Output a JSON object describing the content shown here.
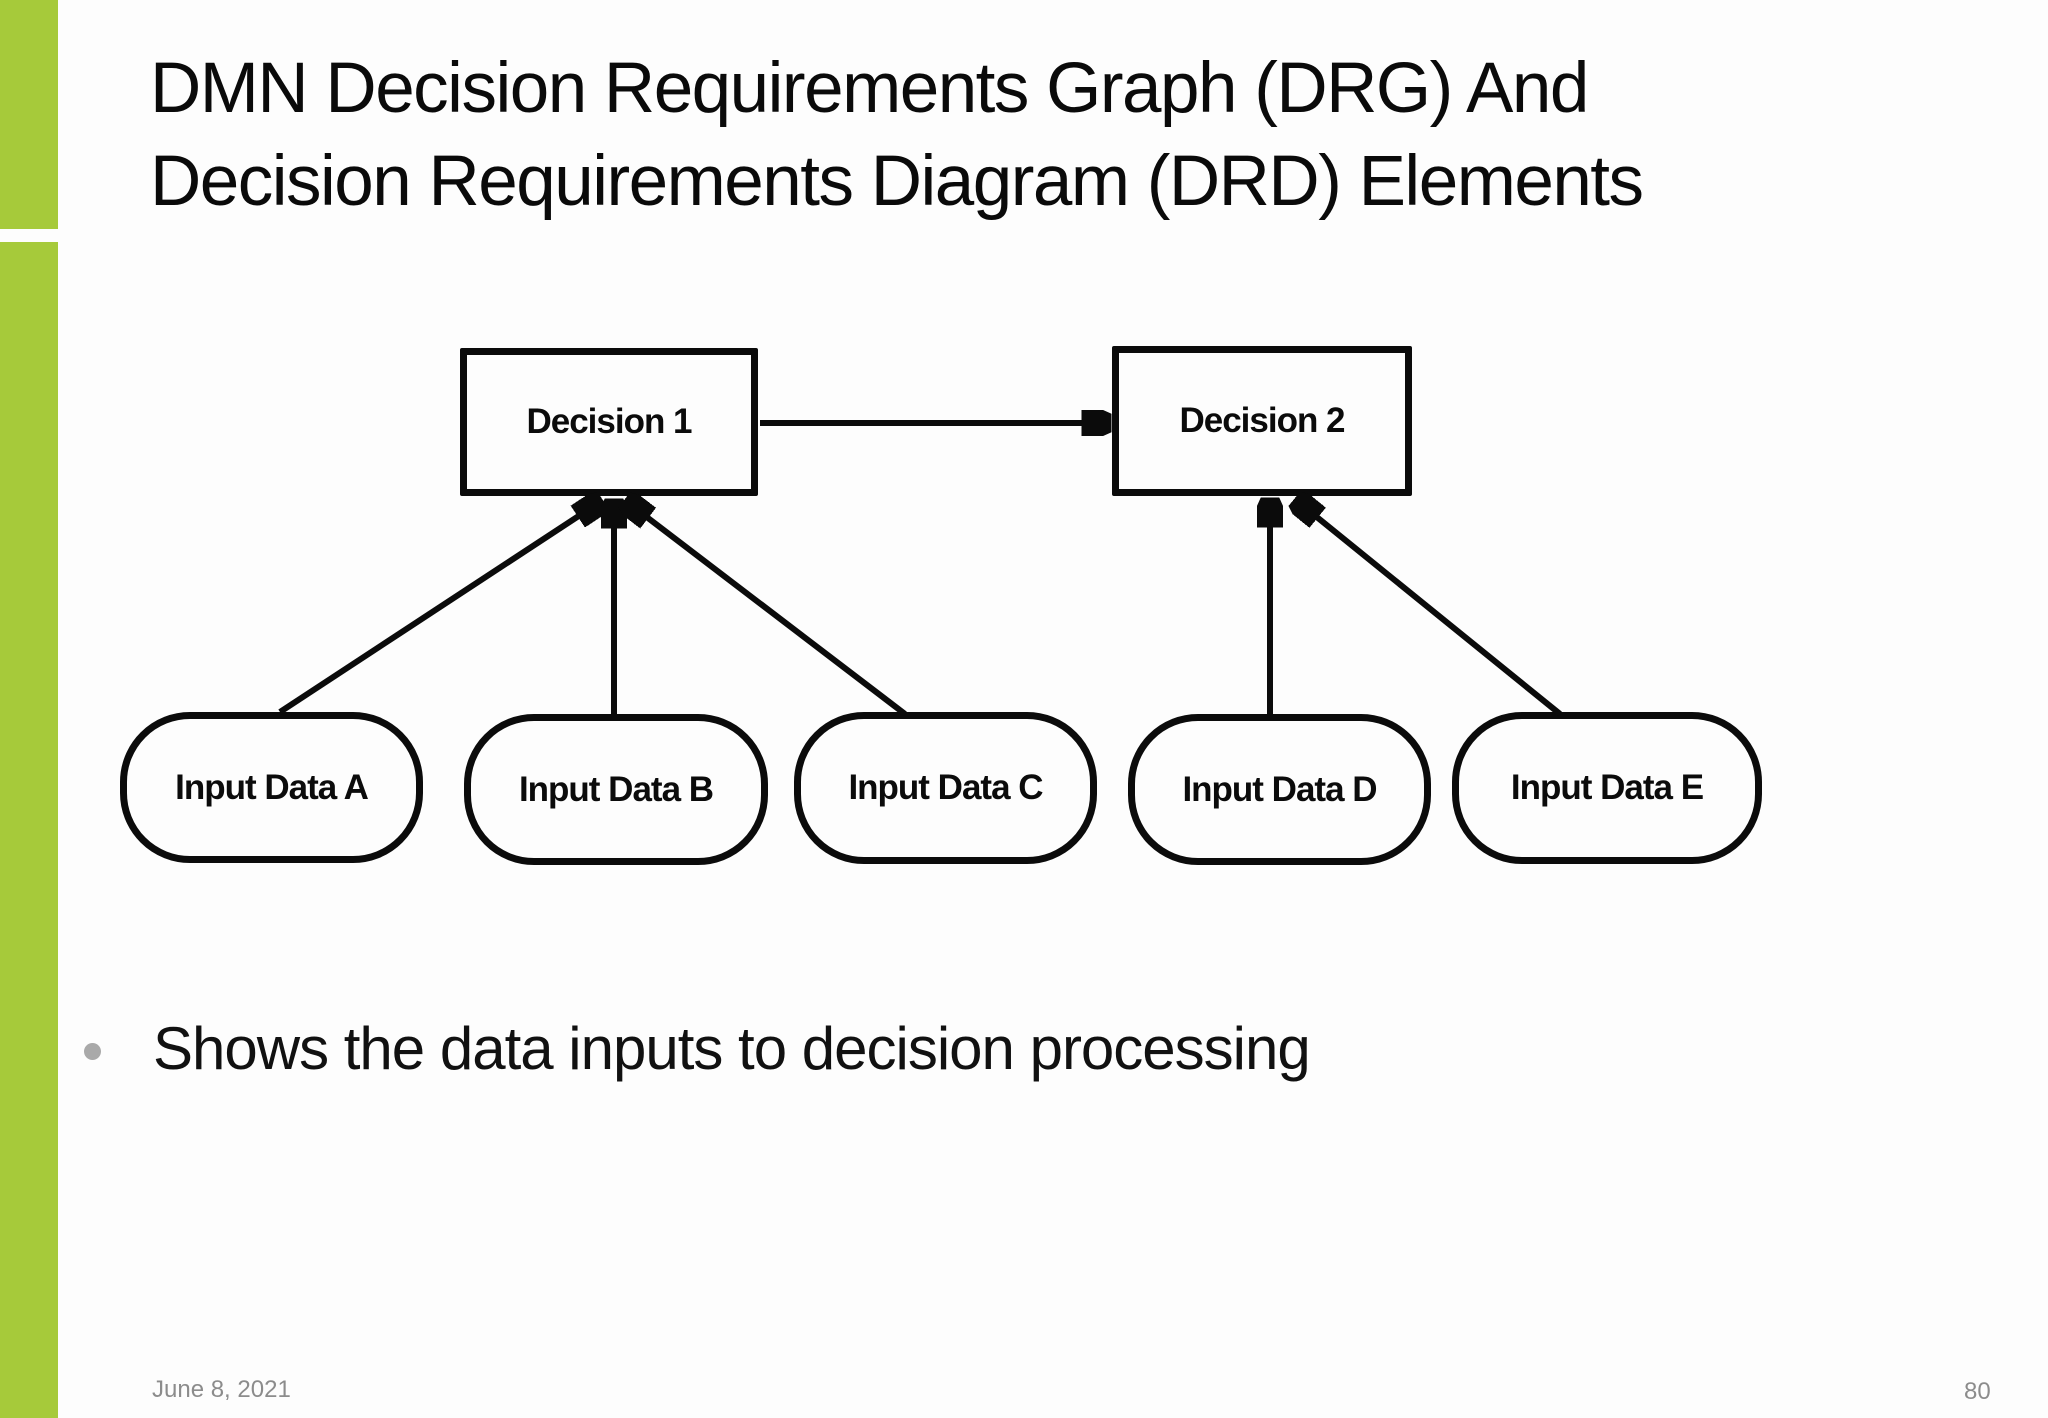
{
  "slide": {
    "background_color": "#fdfdfd",
    "accent_color": "#a6ca3a",
    "title_lines": [
      "DMN Decision Requirements Graph (DRG) And",
      "Decision Requirements Diagram (DRD) Elements"
    ],
    "bullet_text": "Shows the data inputs to decision processing",
    "footer": {
      "date": "June 8, 2021",
      "page_number": "80"
    }
  },
  "diagram": {
    "decisions": [
      {
        "label": "Decision 1"
      },
      {
        "label": "Decision 2"
      }
    ],
    "inputs": [
      {
        "label": "Input Data A"
      },
      {
        "label": "Input Data B"
      },
      {
        "label": "Input Data C"
      },
      {
        "label": "Input Data D"
      },
      {
        "label": "Input Data E"
      }
    ],
    "connections": [
      {
        "from": "Input Data A",
        "to": "Decision 1"
      },
      {
        "from": "Input Data B",
        "to": "Decision 1"
      },
      {
        "from": "Input Data C",
        "to": "Decision 1"
      },
      {
        "from": "Decision 1",
        "to": "Decision 2"
      },
      {
        "from": "Input Data D",
        "to": "Decision 2"
      },
      {
        "from": "Input Data E",
        "to": "Decision 2"
      }
    ]
  }
}
